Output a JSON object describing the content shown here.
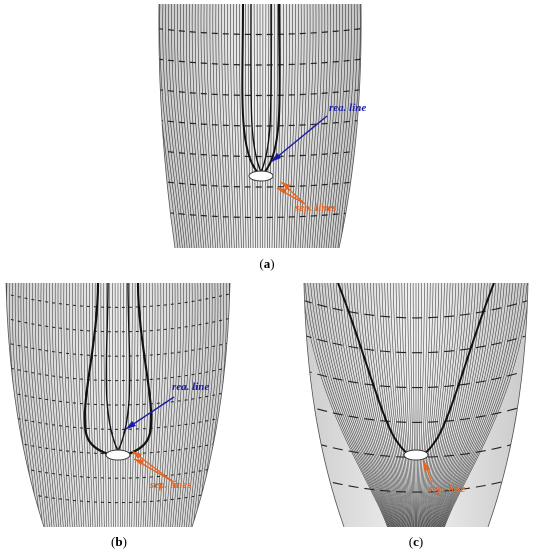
{
  "figure": {
    "panels": [
      {
        "id": "a",
        "caption_open": "(",
        "caption_letter": "a",
        "caption_close": ")",
        "labels": {
          "rea": "rea. line",
          "sep": "sep. lines"
        }
      },
      {
        "id": "b",
        "caption_open": "(",
        "caption_letter": "b",
        "caption_close": ")",
        "labels": {
          "rea": "rea. line",
          "sep": "sep. lines"
        }
      },
      {
        "id": "c",
        "caption_open": "(",
        "caption_letter": "c",
        "caption_close": ")",
        "labels": {
          "sep": "sep. line"
        }
      }
    ],
    "colors": {
      "reattachment": "#1a1aa8",
      "separation": "#e8641e",
      "surface": "#d9d9d9",
      "streak": "#2b2b2b"
    }
  }
}
